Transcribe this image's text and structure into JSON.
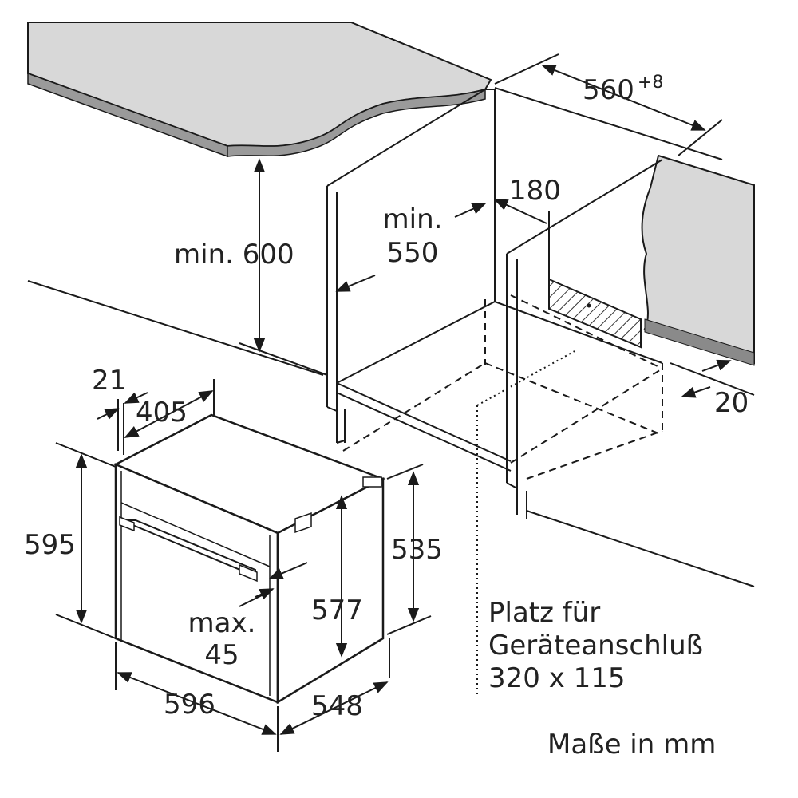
{
  "cabinet": {
    "dim_width": "560",
    "dim_width_tolerance": "+8",
    "dim_depth": "550",
    "dim_depth_prefix": "min.",
    "dim_height": "min. 600",
    "dim_connection_offset": "180",
    "dim_back_gap": "20"
  },
  "oven": {
    "dim_21": "21",
    "dim_405": "405",
    "dim_height": "595",
    "dim_body_height": "535",
    "dim_inner_height": "577",
    "dim_handle_label": "max.",
    "dim_handle": "45",
    "dim_width": "596",
    "dim_depth": "548"
  },
  "notes": {
    "connection_line1": "Platz für",
    "connection_line2": "Geräteanschluß",
    "connection_line3": "320 x 115",
    "units": "Maße in mm"
  },
  "colors": {
    "line": "#1a1a1a",
    "countertop": "#d8d8d8",
    "wall_gray": "#e0e0e0"
  }
}
